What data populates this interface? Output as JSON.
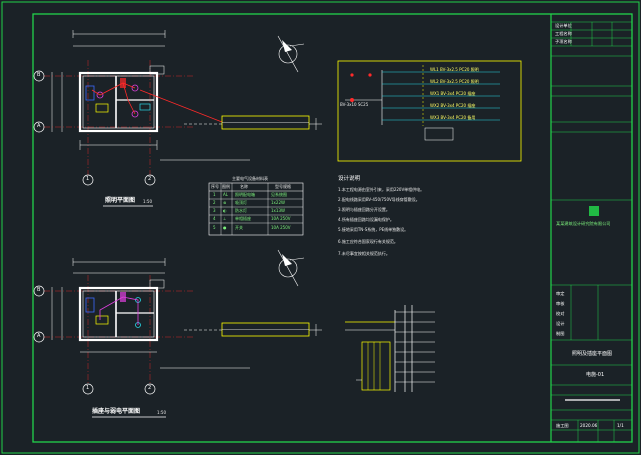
{
  "colors": {
    "background": "#1b2227",
    "border": "#22d34a",
    "wall": "#ffffff",
    "accent_red": "#ff2a2a",
    "accent_yellow": "#ffff00",
    "accent_cyan": "#28d9e8",
    "accent_magenta": "#e040e0",
    "accent_blue": "#3b6bff"
  },
  "plan1": {
    "title": "照明平面图",
    "scale": "1:50",
    "axis_rows": [
      "B",
      "A"
    ],
    "axis_cols": [
      "1",
      "2"
    ]
  },
  "plan2": {
    "title": "插座与弱电平面图",
    "scale": "1:50",
    "axis_rows": [
      "B",
      "A"
    ],
    "axis_cols": [
      "1",
      "2"
    ]
  },
  "legend": {
    "title": "主要电气设备材料表",
    "headers": [
      "序号",
      "图例",
      "名称",
      "型号规格"
    ],
    "rows": [
      [
        "1",
        "AL",
        "照明配电箱",
        "见系统图"
      ],
      [
        "2",
        "⊗",
        "吸顶灯",
        "1x22W"
      ],
      [
        "3",
        "◐",
        "防水灯",
        "1x13W"
      ],
      [
        "4",
        "⊥",
        "单相插座",
        "10A 250V"
      ],
      [
        "5",
        "●",
        "开关",
        "10A 250V"
      ]
    ]
  },
  "notes": {
    "title": "设计说明",
    "lines": [
      "1.本工程电源由室外引来，采用220V单相供电。",
      "2.配电线路采用BV-450/750V导线穿管敷设。",
      "3.照明与插座回路分开设置。",
      "4.所有插座回路均设漏电保护。",
      "5.接地采用TN-S系统，PE线单独敷设。",
      "6.施工应符合国家现行有关规范。",
      "7.未尽事宜按相关规范执行。"
    ]
  },
  "system_diagram": {
    "incoming": "BV-3x10 SC25",
    "circuits": [
      "WL1 BV-3x2.5 PC20 照明",
      "WL2 BV-3x2.5 PC20 照明",
      "WX1 BV-3x4 PC20 插座",
      "WX2 BV-3x4 PC20 插座",
      "WX3 BV-3x4 PC20 备用"
    ]
  },
  "title_block": {
    "rows_top": [
      "设计单位",
      "工程名称",
      "子项名称"
    ],
    "company": "某某建筑设计研究院有限公司",
    "signatures": [
      "审定",
      "审核",
      "校对",
      "设计",
      "制图"
    ],
    "drawing_name": "照明及插座平面图",
    "drawing_number": "电施-01",
    "stage": "施工图",
    "date": "2020.06",
    "sheet": "1/1"
  }
}
